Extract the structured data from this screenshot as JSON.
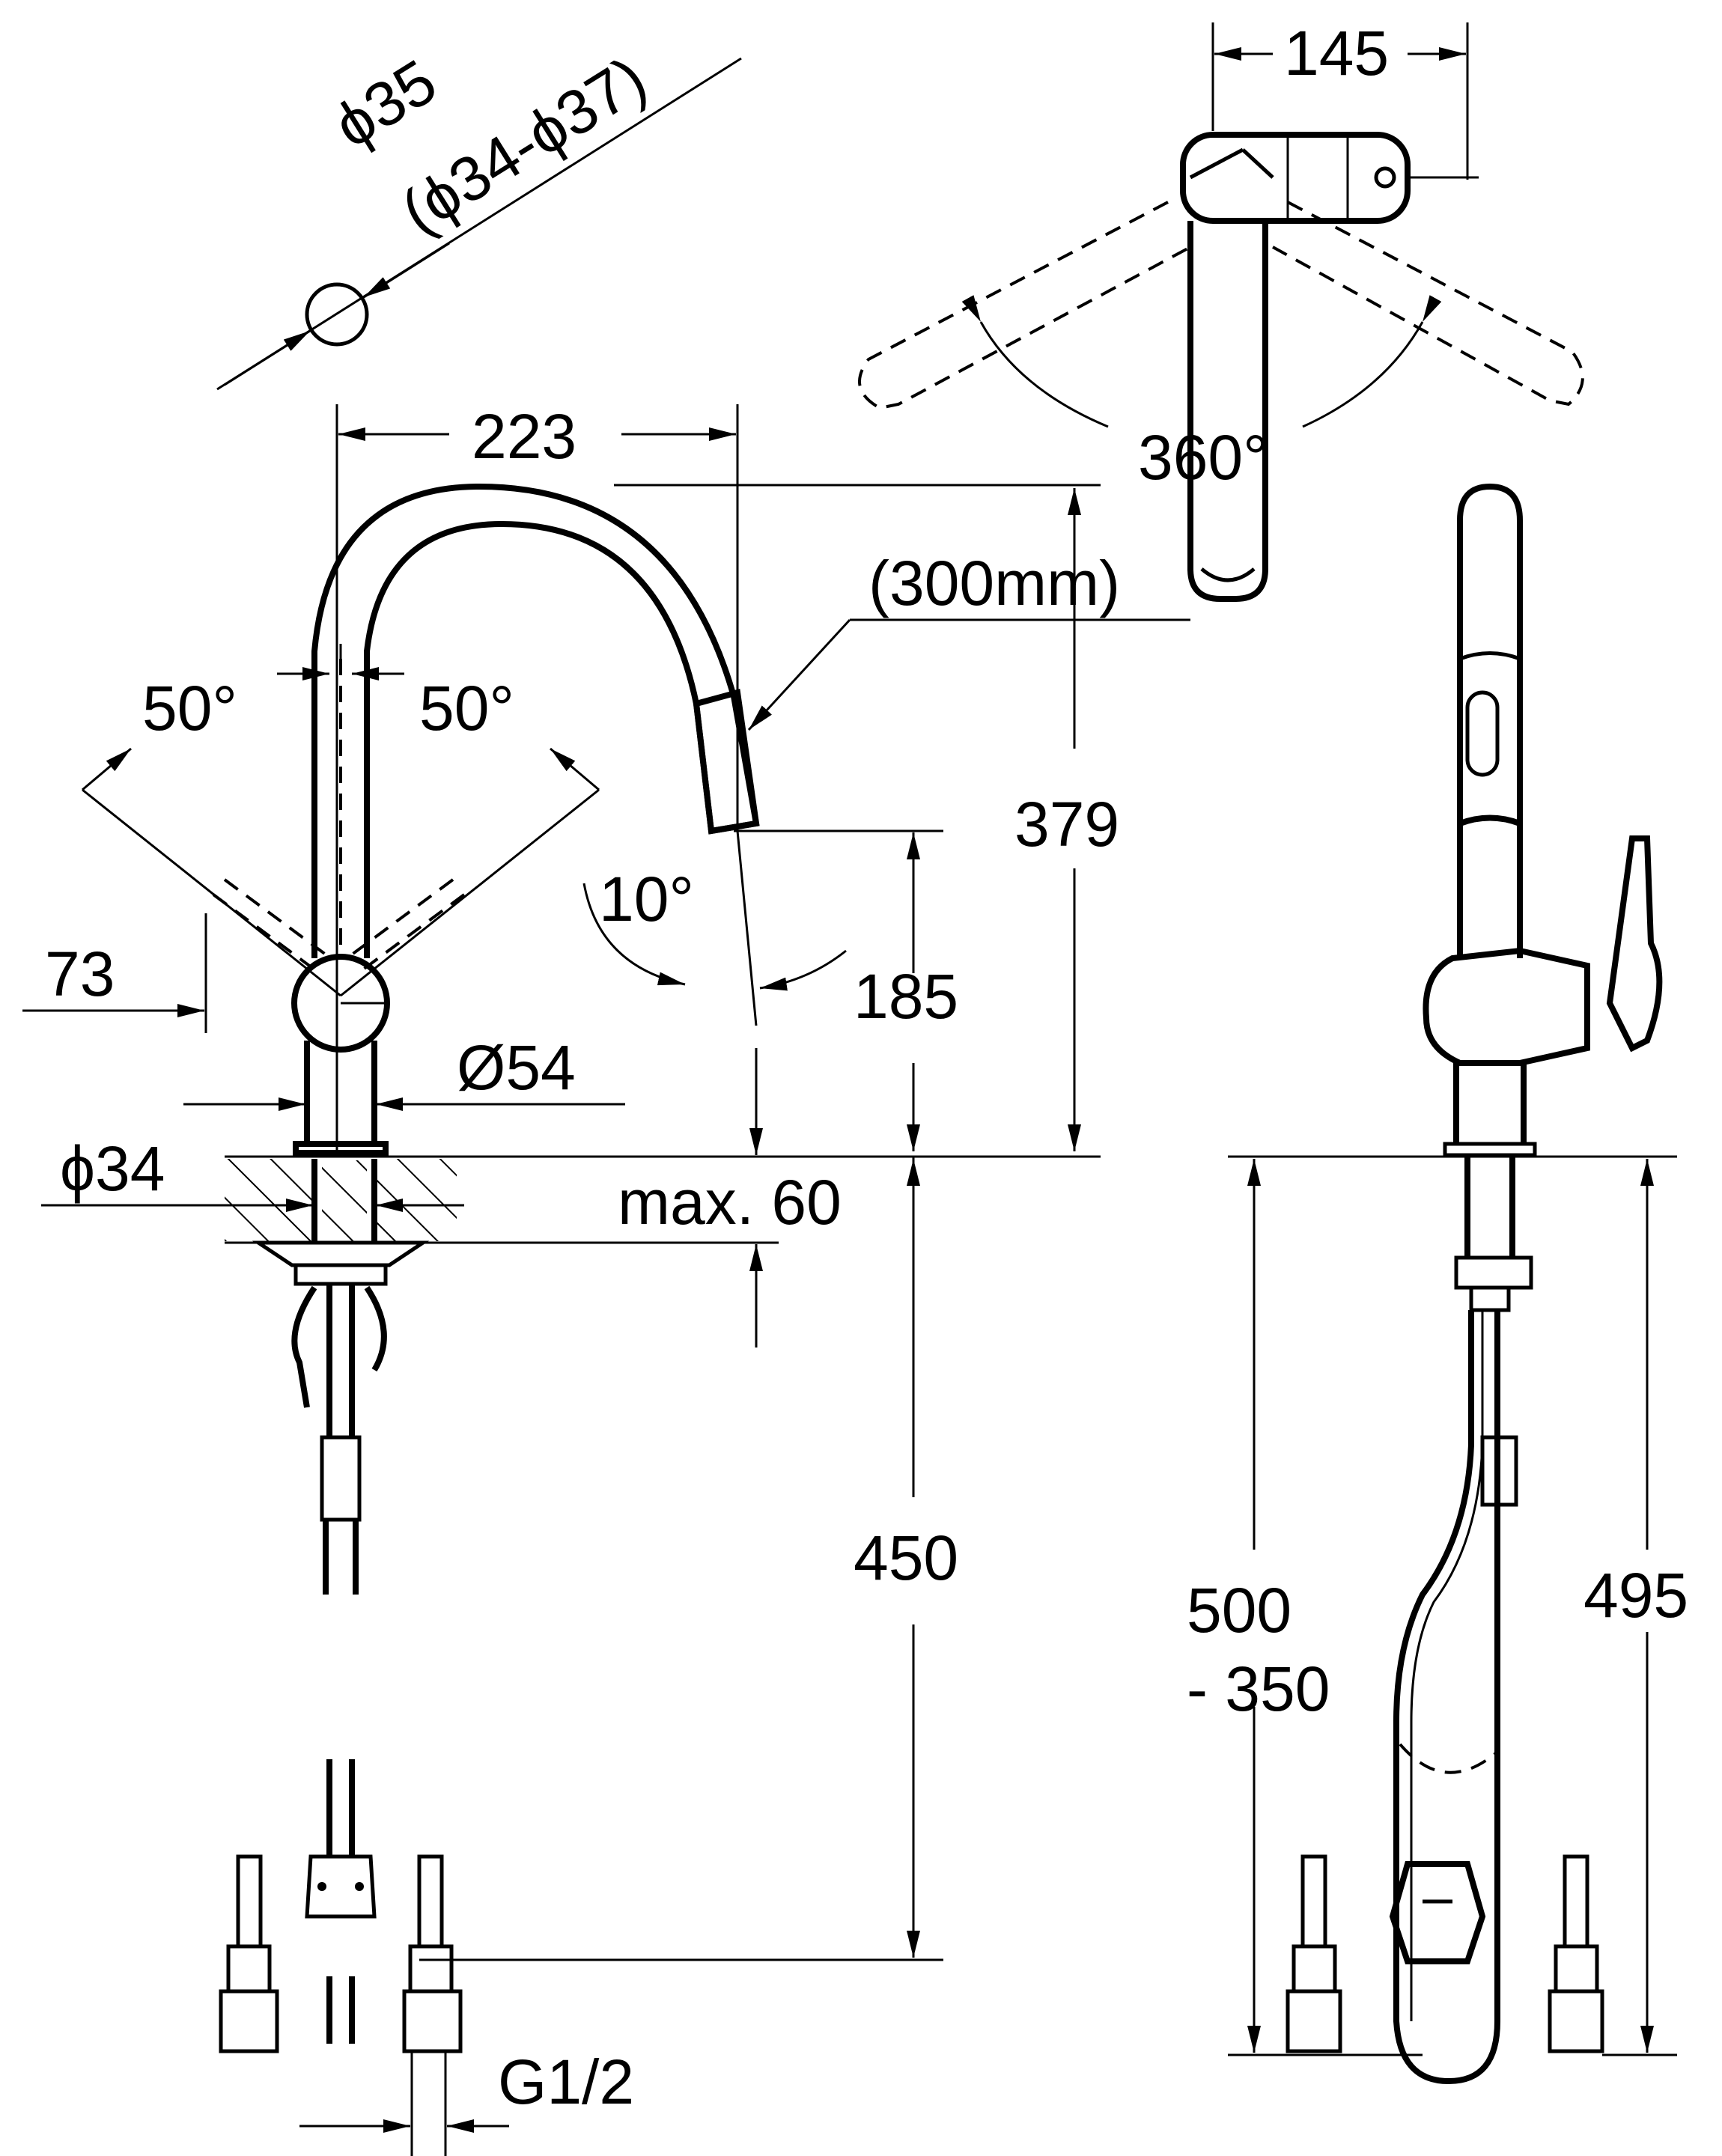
{
  "top_left_view": {
    "diameter_label": "ϕ35",
    "diameter_range_label": "(ϕ34-ϕ37)"
  },
  "top_right_view": {
    "width_label": "145",
    "rotation_label": "360°"
  },
  "side_view": {
    "reach_label": "223",
    "hose_label": "(300mm)",
    "height_label": "379",
    "lever_angle_left": "50°",
    "lever_angle_right": "50°",
    "spray_angle": "10°",
    "spout_height": "185",
    "lever_offset": "73",
    "body_diameter": "Ø54",
    "hole_diameter": "ϕ34",
    "counter_thickness": "max. 60",
    "hose_length": "450",
    "thread_label": "G1/2"
  },
  "front_view": {
    "pullout_range_top": "500",
    "pullout_range_bottom": "- 350",
    "hose_drop": "495"
  }
}
